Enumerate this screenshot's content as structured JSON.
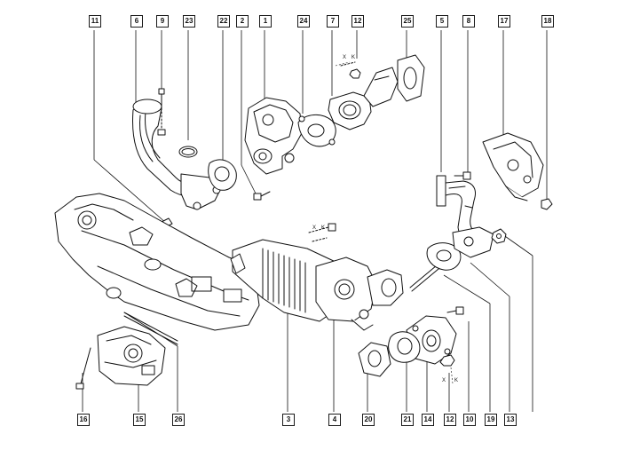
{
  "callouts": {
    "c11": "11",
    "c6": "6",
    "c9": "9",
    "c23": "23",
    "c22": "22",
    "c2": "2",
    "c1": "1",
    "c24": "24",
    "c7": "7",
    "c12top": "12",
    "c25": "25",
    "c5": "5",
    "c8": "8",
    "c17": "17",
    "c18": "18",
    "c16": "16",
    "c15": "15",
    "c26": "26",
    "c3": "3",
    "c4": "4",
    "c20": "20",
    "c21": "21",
    "c14": "14",
    "c12bottom": "12",
    "c10": "10",
    "c19": "19",
    "c13": "13"
  },
  "tool_marks": {
    "top_x": "X",
    "top_k": "K",
    "mid_x": "X",
    "mid_k": "K",
    "low_x": "X",
    "low_k": "K"
  }
}
